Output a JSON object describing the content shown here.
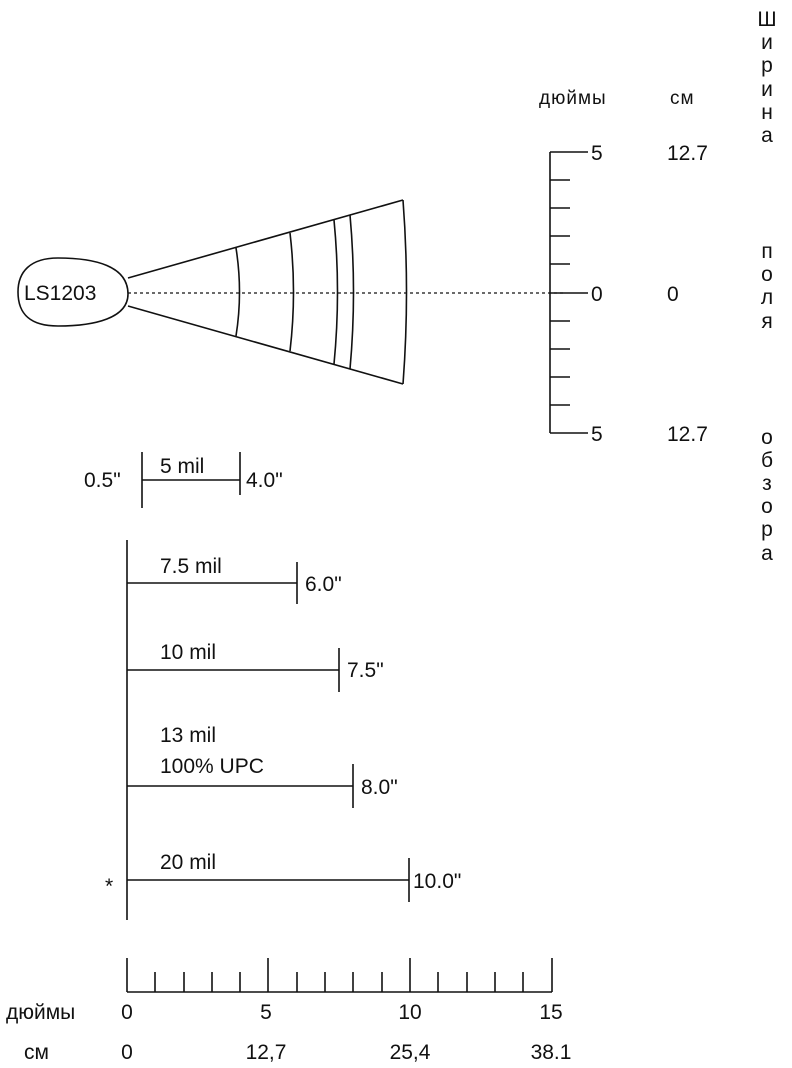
{
  "scanner": {
    "model": "LS1203"
  },
  "scan_width": {
    "caption": "Ширина\n\nполя\n\nобзора",
    "unit_inches": "дюймы",
    "unit_cm": "см",
    "top": {
      "inches": "5",
      "cm": "12.7"
    },
    "center": {
      "inches": "0",
      "cm": "0"
    },
    "bottom": {
      "inches": "5",
      "cm": "12.7"
    }
  },
  "ranges": [
    {
      "label": "5 mil",
      "start": "0.5\"",
      "end": "4.0\""
    },
    {
      "label": "7.5 mil",
      "end": "6.0\""
    },
    {
      "label": "10 mil",
      "end": "7.5\""
    },
    {
      "label_line1": "13 mil",
      "label_line2": "100% UPC",
      "end": "8.0\""
    },
    {
      "label": "20 mil",
      "end": "10.0\"",
      "marker": "*"
    }
  ],
  "axis": {
    "unit_inches": "дюймы",
    "unit_cm": "см",
    "inch_ticks": [
      "0",
      "5",
      "10",
      "15"
    ],
    "cm_ticks": [
      "0",
      "12,7",
      "25,4",
      "38.1"
    ]
  }
}
